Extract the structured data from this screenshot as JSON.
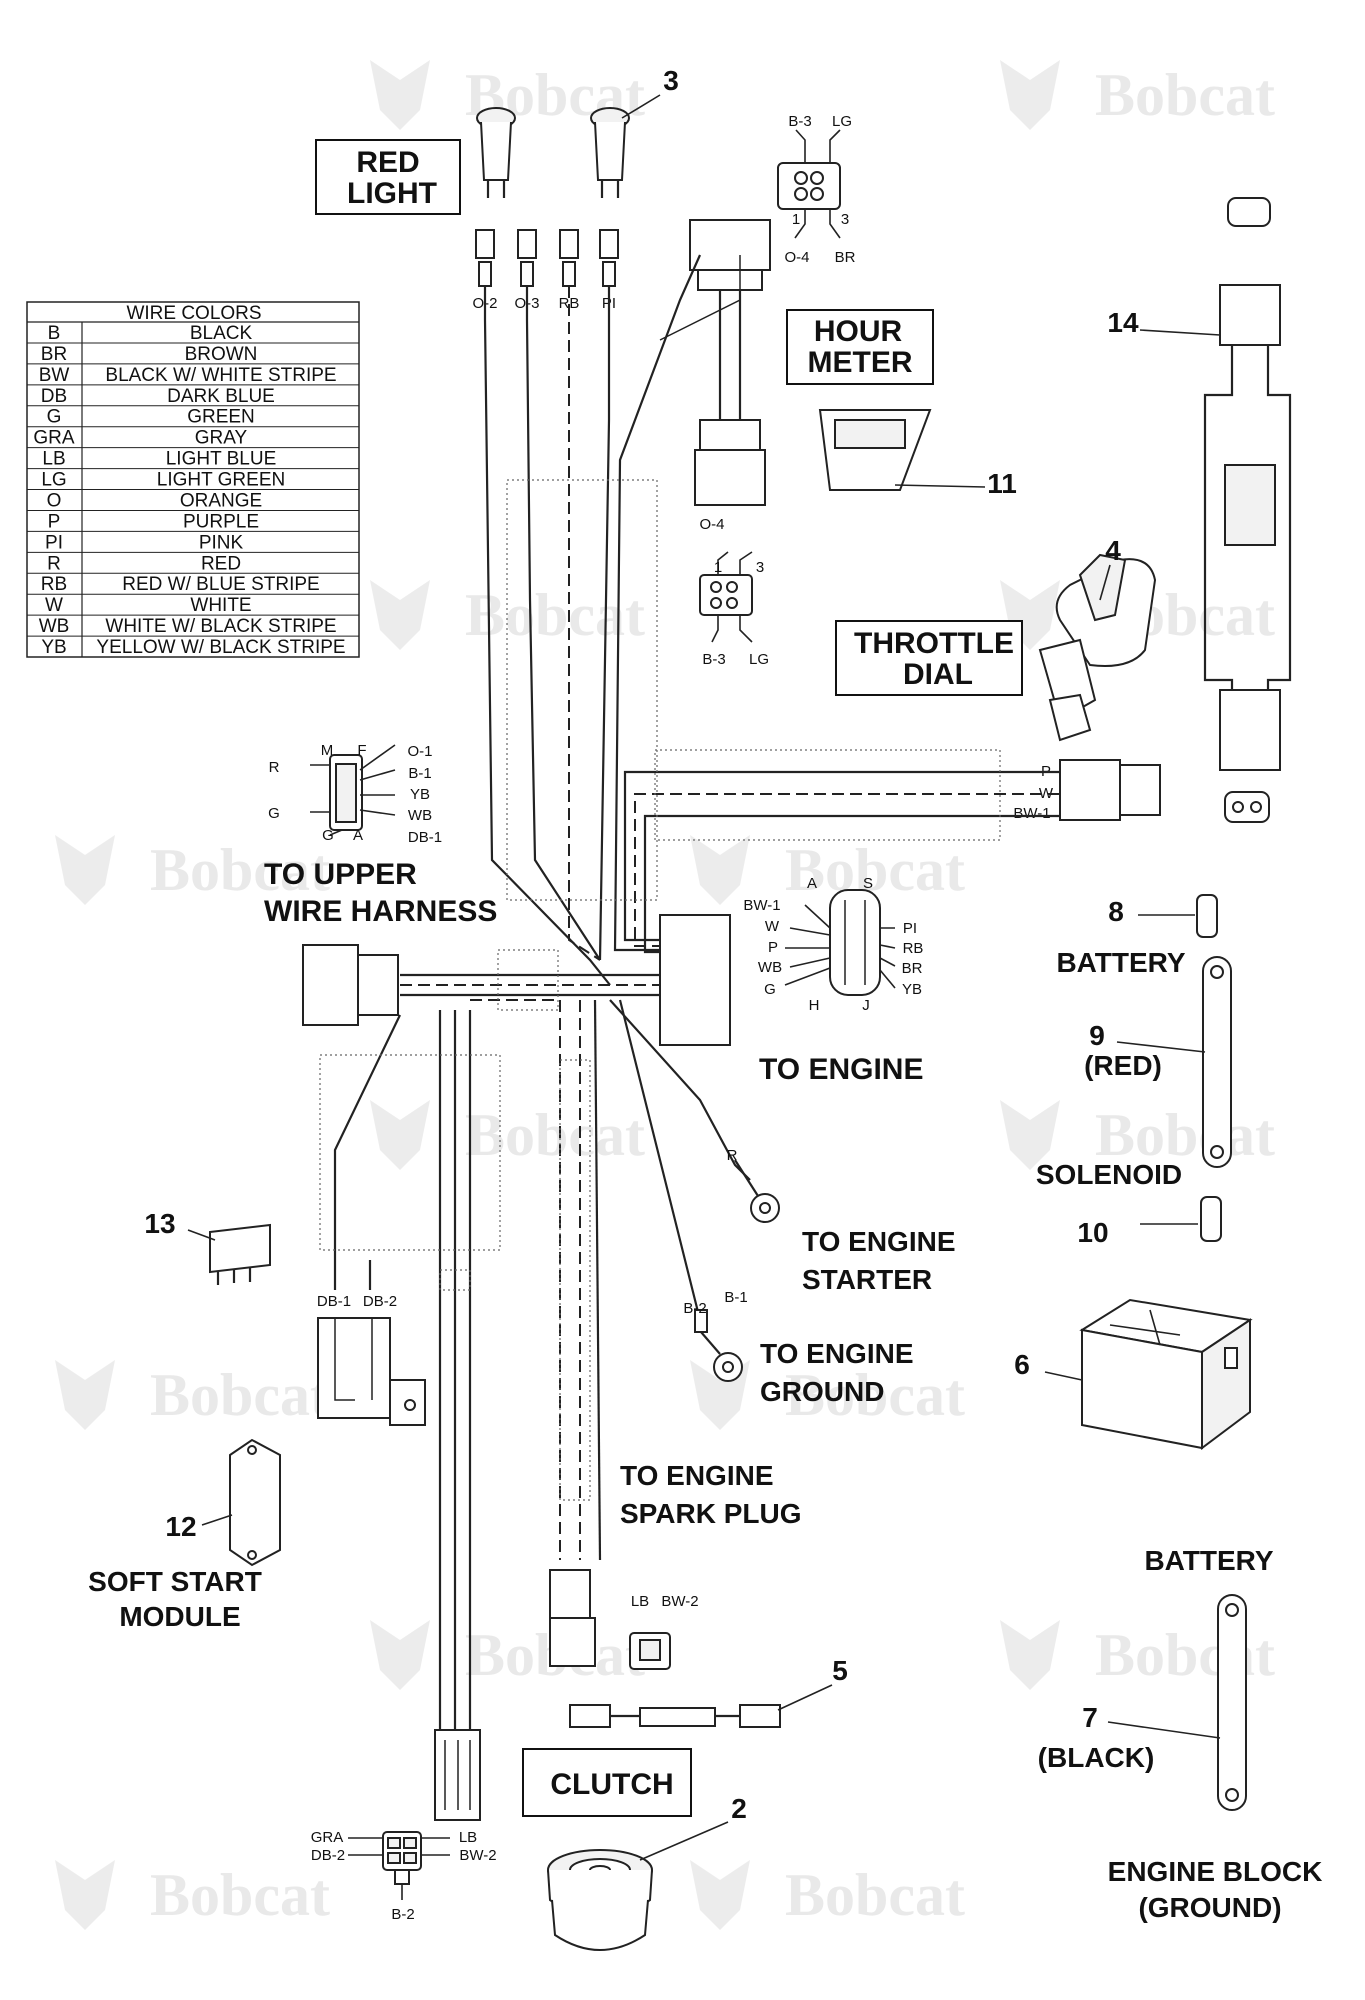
{
  "watermark": "Bobcat",
  "colors": {
    "ink": "#111111",
    "watermark": "#e9e9e9"
  },
  "labels": {
    "red_light": [
      "RED",
      "LIGHT"
    ],
    "hour_meter": [
      "HOUR",
      "METER"
    ],
    "throttle_dial": [
      "THROTTLE",
      "DIAL"
    ],
    "to_upper_wire_harness": [
      "TO UPPER",
      "WIRE HARNESS"
    ],
    "to_engine": "TO ENGINE",
    "battery_top": "BATTERY",
    "solenoid": "SOLENOID",
    "red": "(RED)",
    "to_engine_starter": [
      "TO ENGINE",
      "STARTER"
    ],
    "to_engine_ground": [
      "TO ENGINE",
      "GROUND"
    ],
    "to_engine_spark_plug": [
      "TO ENGINE",
      "SPARK PLUG"
    ],
    "soft_start_module": [
      "SOFT START",
      "MODULE"
    ],
    "battery_bottom": "BATTERY",
    "black": "(BLACK)",
    "engine_block": [
      "ENGINE BLOCK",
      "(GROUND)"
    ],
    "clutch": "CLUTCH"
  },
  "callouts": [
    "3",
    "14",
    "11",
    "4",
    "8",
    "9",
    "13",
    "10",
    "6",
    "12",
    "5",
    "2",
    "7"
  ],
  "wire_colors": {
    "title": "WIRE COLORS",
    "rows": [
      [
        "B",
        "BLACK"
      ],
      [
        "BR",
        "BROWN"
      ],
      [
        "BW",
        "BLACK W/ WHITE STRIPE"
      ],
      [
        "DB",
        "DARK BLUE"
      ],
      [
        "G",
        "GREEN"
      ],
      [
        "GRA",
        "GRAY"
      ],
      [
        "LB",
        "LIGHT BLUE"
      ],
      [
        "LG",
        "LIGHT GREEN"
      ],
      [
        "O",
        "ORANGE"
      ],
      [
        "P",
        "PURPLE"
      ],
      [
        "PI",
        "PINK"
      ],
      [
        "R",
        "RED"
      ],
      [
        "RB",
        "RED W/ BLUE STRIPE"
      ],
      [
        "W",
        "WHITE"
      ],
      [
        "WB",
        "WHITE W/ BLACK STRIPE"
      ],
      [
        "YB",
        "YELLOW W/ BLACK STRIPE"
      ]
    ]
  },
  "pins": {
    "light_wires": [
      "O-2",
      "O-3",
      "RB",
      "PI"
    ],
    "hm_top": [
      "B-3",
      "LG",
      "1",
      "3",
      "O-4",
      "BR"
    ],
    "hm_bottom": [
      "O-4",
      "1",
      "3",
      "B-3",
      "LG"
    ],
    "upper": [
      "M",
      "F",
      "R",
      "O-1",
      "B-1",
      "YB",
      "G",
      "WB",
      "G",
      "A",
      "DB-1"
    ],
    "throttle": [
      "P",
      "W",
      "BW-1"
    ],
    "engine": [
      "A",
      "S",
      "BW-1",
      "W",
      "P",
      "WB",
      "G",
      "H",
      "J",
      "PI",
      "RB",
      "BR",
      "YB"
    ],
    "starter": "R",
    "ground": [
      "B-2",
      "B-1"
    ],
    "relay": [
      "DB-1",
      "DB-2"
    ],
    "clutch_conn": [
      "LB",
      "BW-2"
    ],
    "bottom_conn": [
      "GRA",
      "DB-2",
      "LB",
      "BW-2",
      "B-2"
    ]
  }
}
